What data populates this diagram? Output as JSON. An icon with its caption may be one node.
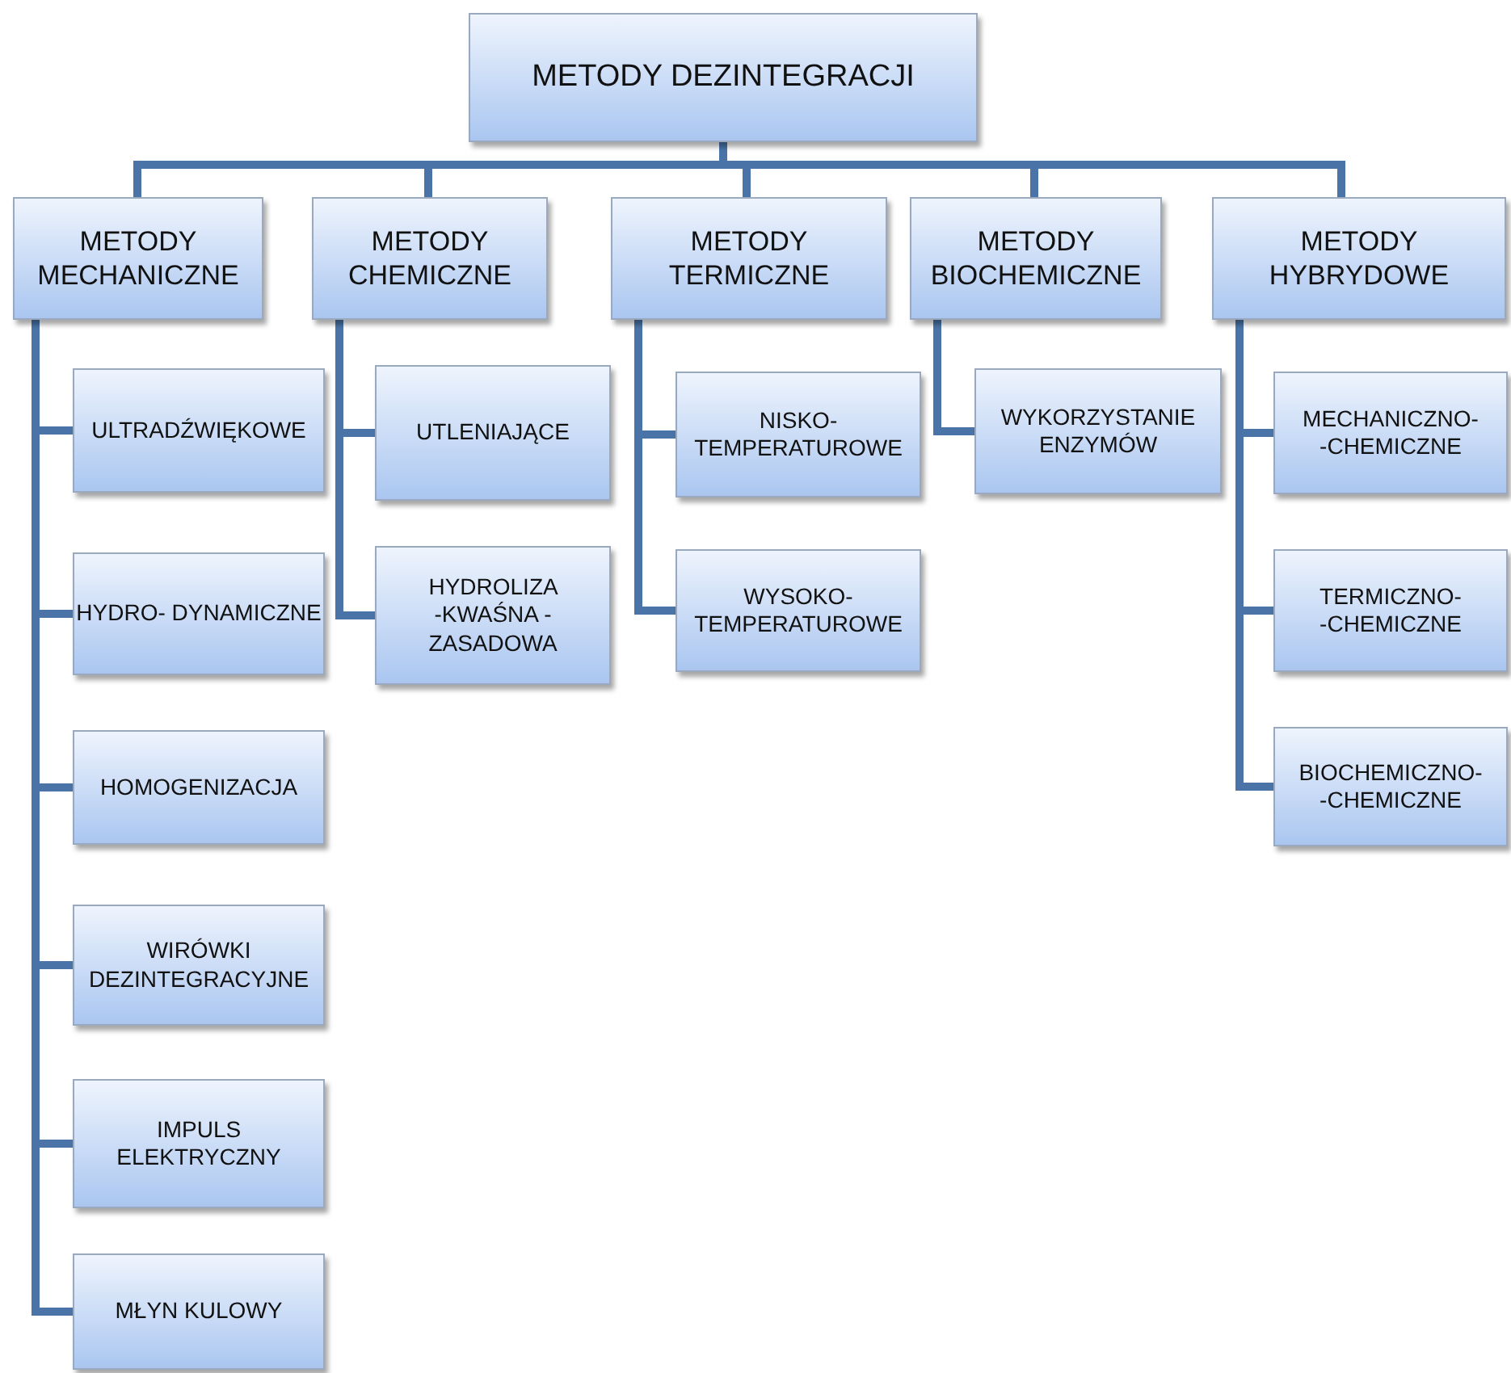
{
  "diagram": {
    "nodes": [
      {
        "text": [
          "METODY DEZINTEGRACJI"
        ]
      },
      {
        "text": [
          "METODY MECHANICZNE"
        ]
      },
      {
        "text": [
          "METODY CHEMICZNE"
        ]
      },
      {
        "text": [
          "METODY TERMICZNE"
        ]
      },
      {
        "text": [
          "METODY BIOCHEMICZNE"
        ]
      },
      {
        "text": [
          "METODY HYBRYDOWE"
        ]
      },
      {
        "text": [
          "ULTRADŹWIĘKOWE"
        ]
      },
      {
        "text": [
          "HYDRO- DYNAMICZNE"
        ]
      },
      {
        "text": [
          "HOMOGENIZACJA"
        ]
      },
      {
        "text": [
          "WIRÓWKI DEZINTEGRACYJNE"
        ]
      },
      {
        "text": [
          "IMPULS ELEKTRYCZNY"
        ]
      },
      {
        "text": [
          "MŁYN KULOWY"
        ]
      },
      {
        "text": [
          "UTLENIAJĄCE"
        ]
      },
      {
        "text": [
          "HYDROLIZA -KWAŚNA -ZASADOWA"
        ]
      },
      {
        "text": [
          "NISKO- TEMPERATUROWE"
        ]
      },
      {
        "text": [
          "WYSOKO- TEMPERATUROWE"
        ]
      },
      {
        "text": [
          "WYKORZYSTANIE ENZYMÓW"
        ]
      },
      {
        "text": [
          "MECHANICZNO- -CHEMICZNE"
        ]
      },
      {
        "text": [
          "TERMICZNO- -CHEMICZNE"
        ]
      },
      {
        "text": [
          "BIOCHEMICZNO- -CHEMICZNE"
        ]
      }
    ],
    "edges": [
      {
        "from": 0,
        "to": 1,
        "arrow": "none"
      },
      {
        "from": 0,
        "to": 2,
        "arrow": "none"
      },
      {
        "from": 0,
        "to": 3,
        "arrow": "none"
      },
      {
        "from": 0,
        "to": 4,
        "arrow": "none"
      },
      {
        "from": 0,
        "to": 5,
        "arrow": "none"
      },
      {
        "from": 1,
        "to": 6,
        "arrow": "none"
      },
      {
        "from": 1,
        "to": 7,
        "arrow": "none"
      },
      {
        "from": 1,
        "to": 8,
        "arrow": "none"
      },
      {
        "from": 1,
        "to": 9,
        "arrow": "none"
      },
      {
        "from": 1,
        "to": 10,
        "arrow": "none"
      },
      {
        "from": 1,
        "to": 11,
        "arrow": "none"
      },
      {
        "from": 2,
        "to": 12,
        "arrow": "none"
      },
      {
        "from": 2,
        "to": 13,
        "arrow": "none"
      },
      {
        "from": 3,
        "to": 14,
        "arrow": "none"
      },
      {
        "from": 3,
        "to": 15,
        "arrow": "none"
      },
      {
        "from": 4,
        "to": 16,
        "arrow": "none"
      },
      {
        "from": 5,
        "to": 17,
        "arrow": "none"
      },
      {
        "from": 5,
        "to": 18,
        "arrow": "none"
      },
      {
        "from": 5,
        "to": 19,
        "arrow": "none"
      }
    ]
  }
}
